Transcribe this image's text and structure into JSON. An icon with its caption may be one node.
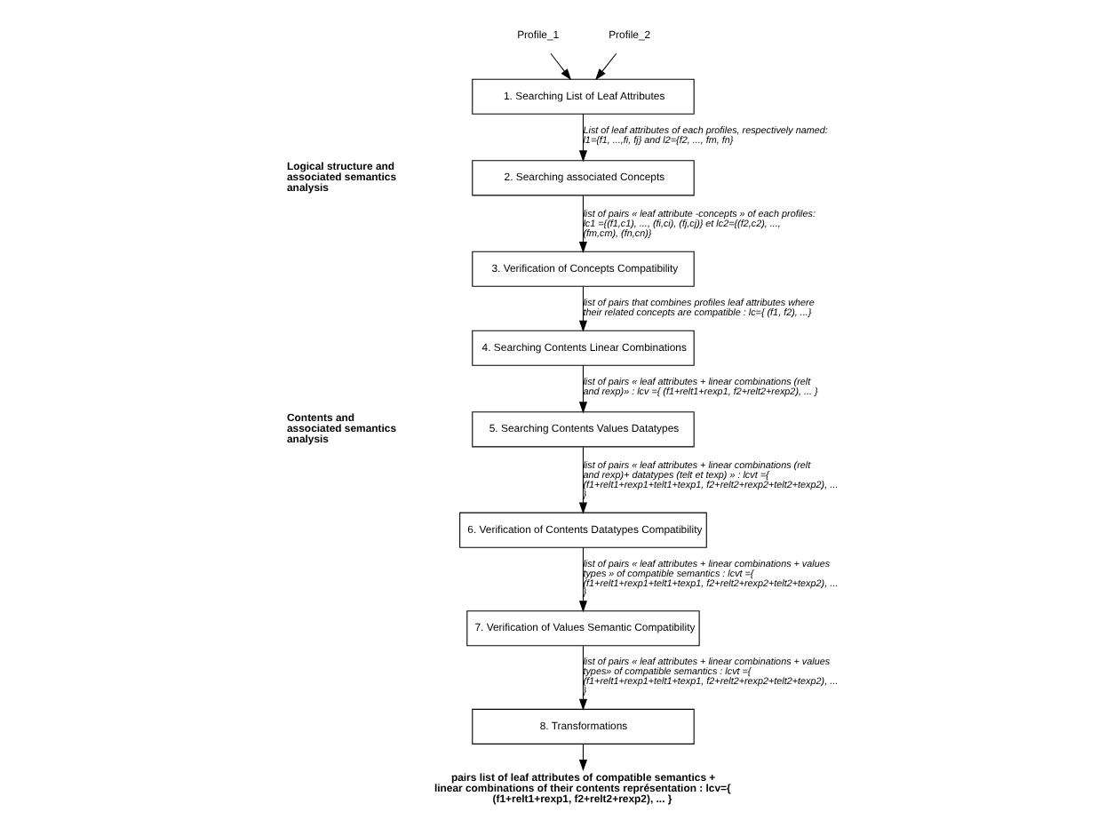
{
  "diagram": {
    "nodes": [
      {
        "text": [
          "Profile_1"
        ]
      },
      {
        "text": [
          "Profile_2"
        ]
      },
      {
        "text": [
          "1. Searching List of Leaf Attributes"
        ]
      },
      {
        "text": [
          "2. Searching associated Concepts"
        ]
      },
      {
        "text": [
          "3. Verification of Concepts Compatibility"
        ]
      },
      {
        "text": [
          "4. Searching Contents Linear Combinations"
        ]
      },
      {
        "text": [
          "5. Searching Contents Values Datatypes"
        ]
      },
      {
        "text": [
          "6. Verification of Contents Datatypes Compatibility"
        ]
      },
      {
        "text": [
          "7. Verification of Values Semantic Compatibility"
        ]
      },
      {
        "text": [
          "8. Transformations"
        ]
      },
      {
        "text": [
          "pairs list of leaf attributes of compatible semantics + linear combinations of their contents représentation : lcv={ (f1+relt1+rexp1, f2+relt2+rexp2), ... }"
        ]
      }
    ],
    "edges": [
      {
        "from": 0,
        "to": 2,
        "arrow": "to"
      },
      {
        "from": 1,
        "to": 2,
        "arrow": "to"
      },
      {
        "from": 2,
        "to": 3,
        "arrow": "to",
        "label": "List of leaf attributes of each profiles, respectively named: l1={f1, ...,fi, fj} and l2={f2, ..., fm, fn}"
      },
      {
        "from": 3,
        "to": 4,
        "arrow": "to",
        "label": "list of pairs « leaf attribute -concepts » of each profiles: lc1 ={(f1,c1), ..., (fi,ci), (fj,cj)} et lc2={(f2,c2), ..., (fm,cm), (fn,cn)}"
      },
      {
        "from": 4,
        "to": 5,
        "arrow": "to",
        "label": "list of pairs that combines profiles leaf attributes where their related concepts are compatible : lc={ (f1, f2), ...}"
      },
      {
        "from": 5,
        "to": 6,
        "arrow": "to",
        "label": "list of pairs « leaf attributes + linear combinations (relt and rexp)» : lcv ={ (f1+relt1+rexp1, f2+relt2+rexp2), ... }"
      },
      {
        "from": 6,
        "to": 7,
        "arrow": "to",
        "label": "list of pairs « leaf attributes + linear combinations (relt and rexp)+ datatypes (telt et texp) » : lcvt ={ (f1+relt1+rexp1+telt1+texp1, f2+relt2+rexp2+telt2+texp2), ... }"
      },
      {
        "from": 7,
        "to": 8,
        "arrow": "to",
        "label": "list of pairs « leaf attributes + linear combinations + values types » of compatible semantics : lcvt ={ (f1+relt1+rexp1+telt1+texp1, f2+relt2+rexp2+telt2+texp2), ... }"
      },
      {
        "from": 8,
        "to": 9,
        "arrow": "to",
        "label": "list of pairs « leaf attributes + linear combinations + values types» of compatible semantics : lcvt ={ (f1+relt1+rexp1+telt1+texp1, f2+relt2+rexp2+telt2+texp2), ... }"
      },
      {
        "from": 9,
        "to": 10,
        "arrow": "to"
      }
    ],
    "labels": [
      "Logical structure and associated semantics analysis",
      "Contents and associated semantics analysis"
    ]
  }
}
